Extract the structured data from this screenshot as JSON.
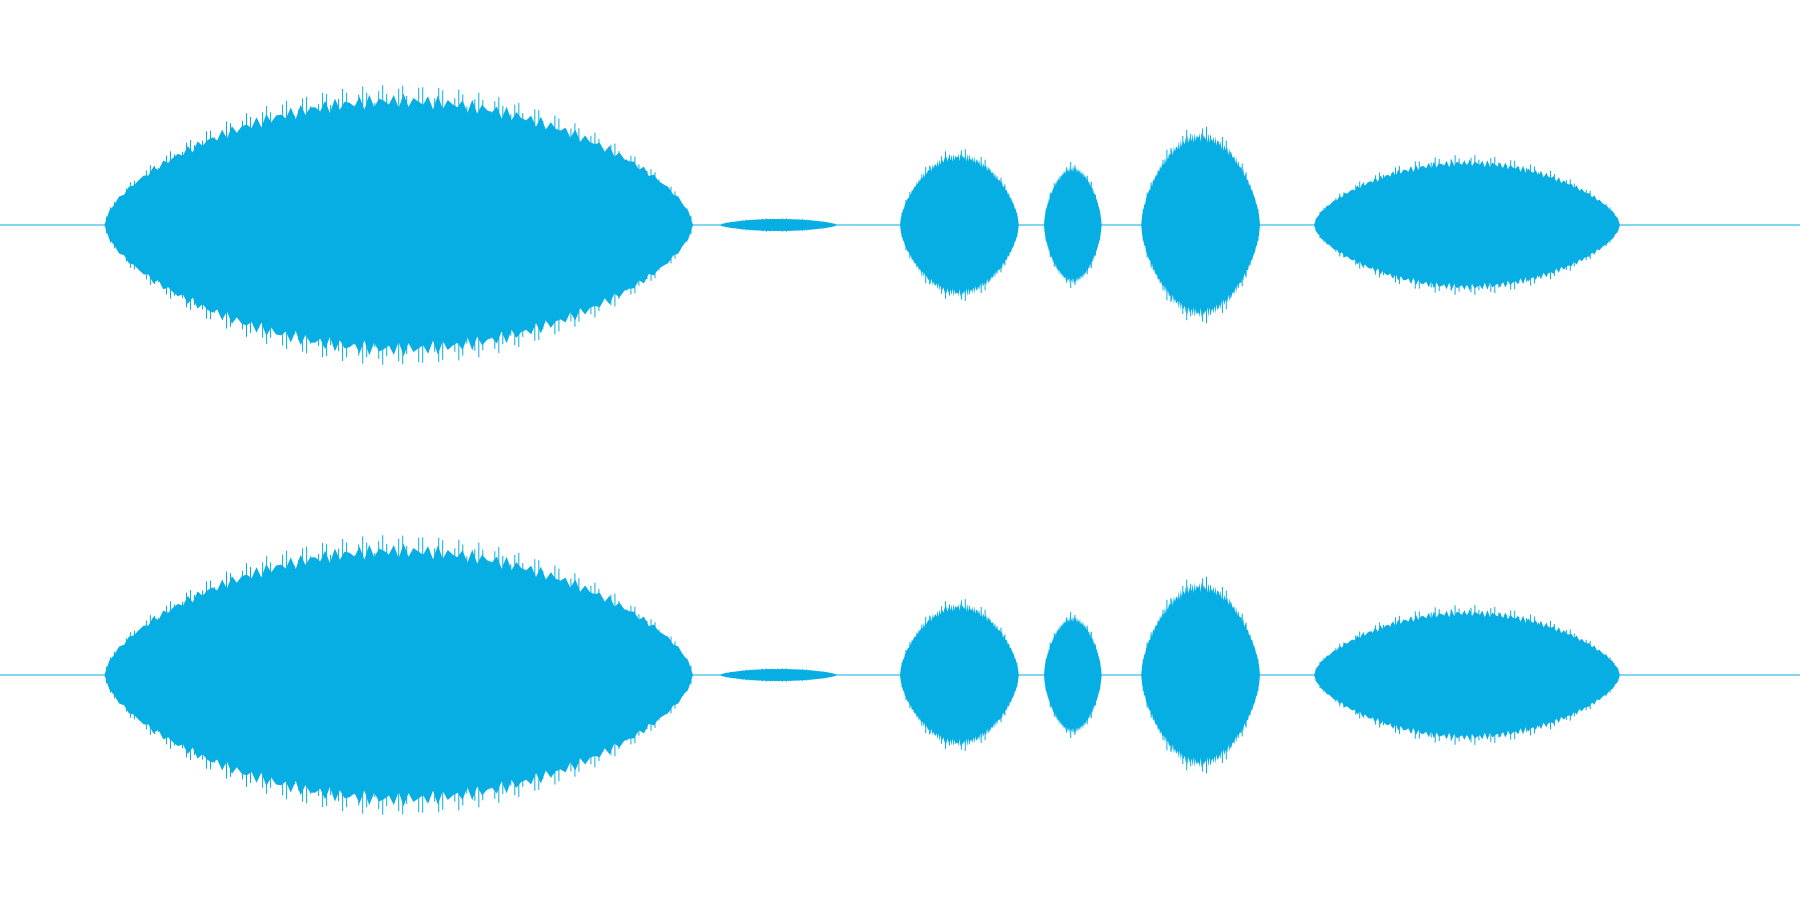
{
  "waveform": {
    "color": "#06aee4",
    "channel_count": 2,
    "channels": [
      {
        "name": "",
        "segments": [
          {
            "start": 0.058,
            "end": 0.385,
            "amplitude": 0.62
          },
          {
            "start": 0.4,
            "end": 0.465,
            "amplitude": 0.03
          },
          {
            "start": 0.5,
            "end": 0.566,
            "amplitude": 0.34
          },
          {
            "start": 0.58,
            "end": 0.612,
            "amplitude": 0.28
          },
          {
            "start": 0.634,
            "end": 0.7,
            "amplitude": 0.44
          },
          {
            "start": 0.73,
            "end": 0.9,
            "amplitude": 0.31
          }
        ]
      },
      {
        "name": "",
        "segments": [
          {
            "start": 0.058,
            "end": 0.385,
            "amplitude": 0.62
          },
          {
            "start": 0.4,
            "end": 0.465,
            "amplitude": 0.03
          },
          {
            "start": 0.5,
            "end": 0.566,
            "amplitude": 0.34
          },
          {
            "start": 0.58,
            "end": 0.612,
            "amplitude": 0.28
          },
          {
            "start": 0.634,
            "end": 0.7,
            "amplitude": 0.44
          },
          {
            "start": 0.73,
            "end": 0.9,
            "amplitude": 0.31
          }
        ]
      }
    ]
  }
}
